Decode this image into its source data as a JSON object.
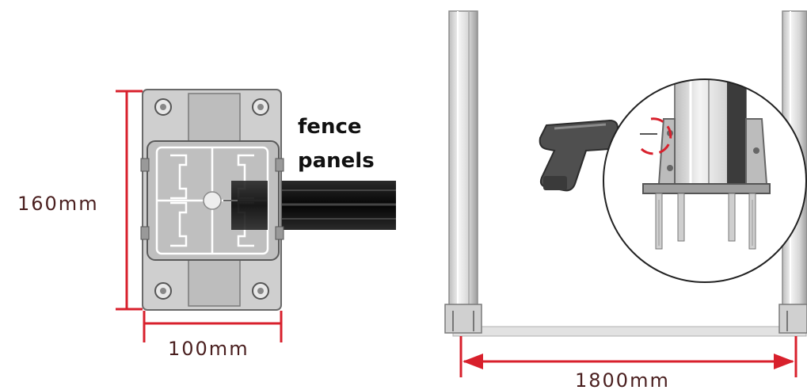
{
  "left_panel": {
    "height_label": "160mm",
    "width_label": "100mm",
    "callout_line1": "fence",
    "callout_line2": "panels"
  },
  "right_panel": {
    "span_label": "1800mm"
  },
  "colors": {
    "dimension_red": "#d8202c",
    "label_text": "#4a1f1f",
    "plate_gray": "#c9c9c9",
    "panel_black": "#111111",
    "post_gray": "#dcdcdc"
  },
  "icons": [
    "drill-icon",
    "magnifier-callout"
  ]
}
